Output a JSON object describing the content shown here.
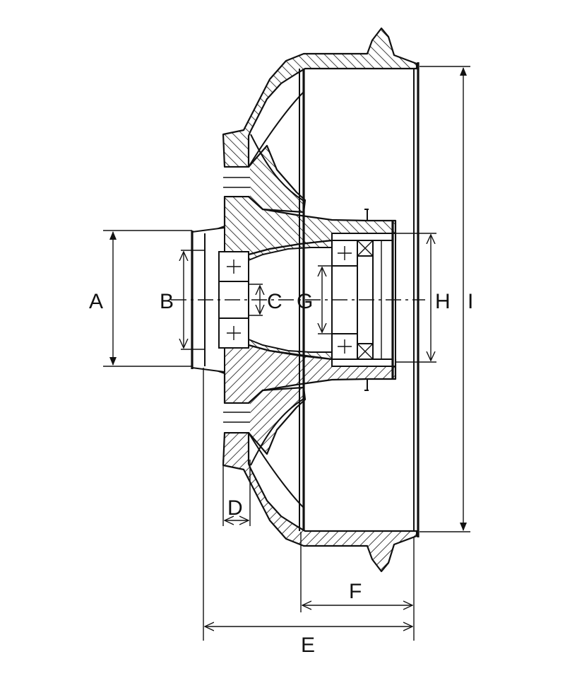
{
  "dimension_labels": {
    "a": "A",
    "b": "B",
    "c": "C",
    "d": "D",
    "e": "E",
    "f": "F",
    "g": "G",
    "h": "H",
    "i": "I"
  }
}
